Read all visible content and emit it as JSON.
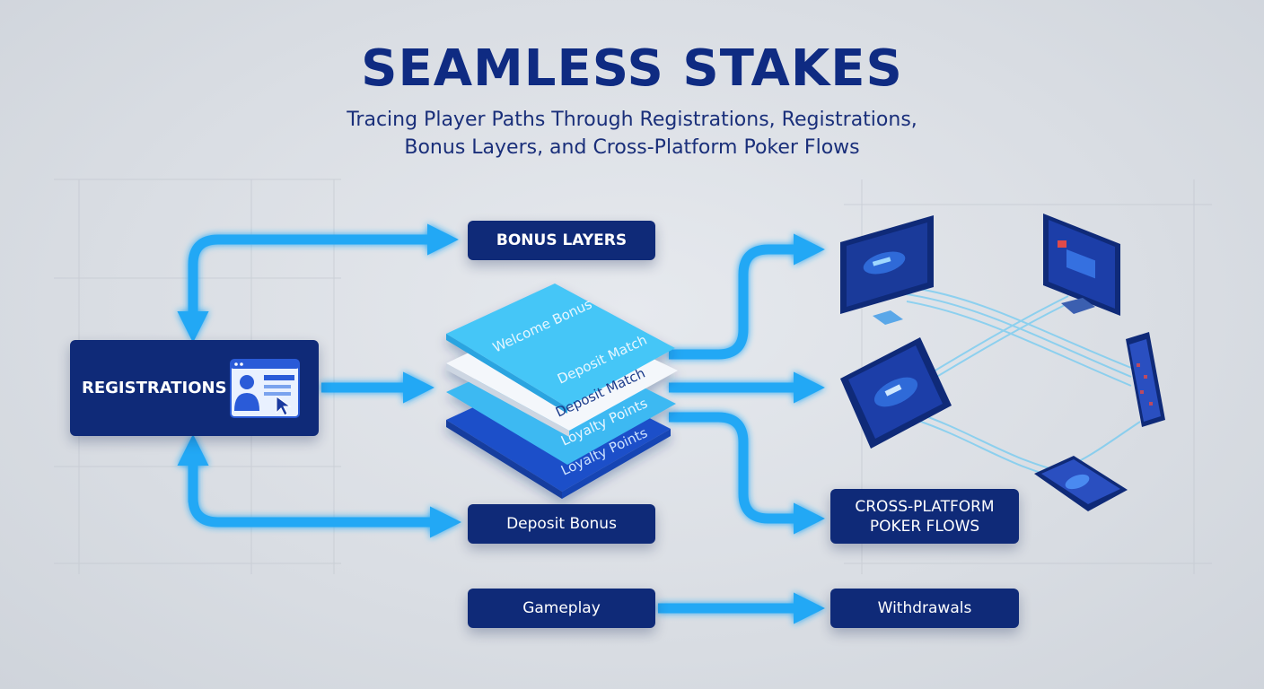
{
  "header": {
    "title": "SEAMLESS STAKES",
    "subtitle_line1": "Tracing Player Paths Through Registrations, Registrations,",
    "subtitle_line2": "Bonus Layers, and Cross-Platform Poker Flows"
  },
  "nodes": {
    "registrations": "REGISTRATIONS",
    "bonus_layers": "BONUS LAYERS",
    "deposit_bonus": "Deposit Bonus",
    "cross_platform_line1": "CROSS-PLATFORM",
    "cross_platform_line2": "POKER FLOWS",
    "gameplay": "Gameplay",
    "withdrawals": "Withdrawals"
  },
  "layers": {
    "welcome_bonus": "Welcome Bonus",
    "deposit_match_top": "Deposit Match",
    "deposit_match": "Deposit Match",
    "loyalty_points_top": "Loyalty Points",
    "loyalty_points": "Loyalty Points"
  },
  "icons": {
    "registration": "user-profile-window-icon",
    "devices": [
      "desktop-monitor-icon",
      "monitor-icon",
      "tablet-icon",
      "smartphone-icon",
      "phone-icon"
    ]
  },
  "colors": {
    "navy": "#0f2a78",
    "title": "#0f2b82",
    "arrow": "#22a8f5",
    "layer_light": "#3cc0f5",
    "layer_dark": "#1e5ad8"
  }
}
